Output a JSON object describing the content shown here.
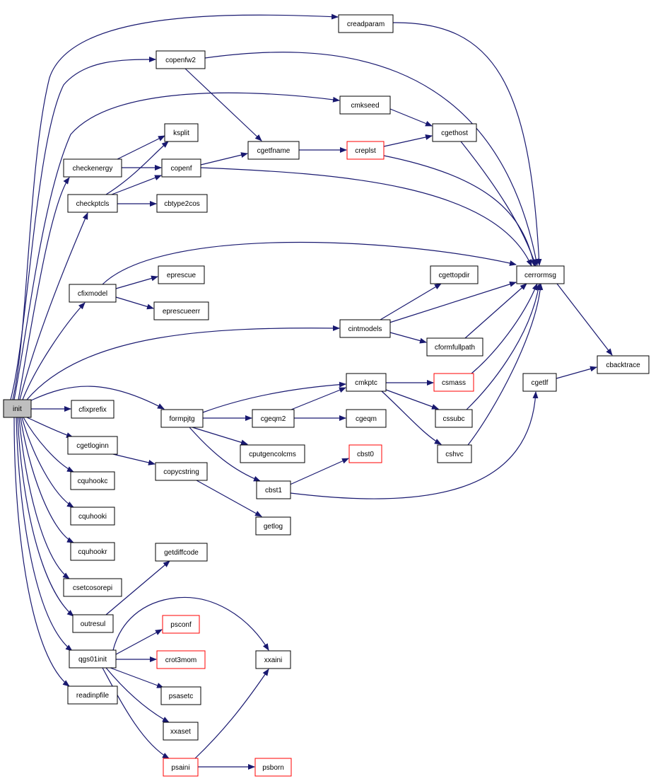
{
  "colors": {
    "edge": "#191970",
    "node_border": "#000000",
    "node_fill": "#ffffff",
    "root_fill": "#bfbfbf",
    "truncated_border": "#ff0000"
  },
  "nodes": [
    {
      "id": "init",
      "label": "init",
      "root": true
    },
    {
      "id": "creadparam",
      "label": "creadparam"
    },
    {
      "id": "copenfw2",
      "label": "copenfw2"
    },
    {
      "id": "cmkseed",
      "label": "cmkseed"
    },
    {
      "id": "ksplit",
      "label": "ksplit"
    },
    {
      "id": "cgethost",
      "label": "cgethost"
    },
    {
      "id": "cgetfname",
      "label": "cgetfname"
    },
    {
      "id": "creplst",
      "label": "creplst",
      "truncated": true
    },
    {
      "id": "checkenergy",
      "label": "checkenergy"
    },
    {
      "id": "copenf",
      "label": "copenf"
    },
    {
      "id": "checkptcls",
      "label": "checkptcls"
    },
    {
      "id": "cbtype2cos",
      "label": "cbtype2cos"
    },
    {
      "id": "eprescue",
      "label": "eprescue"
    },
    {
      "id": "cerrormsg",
      "label": "cerrormsg"
    },
    {
      "id": "cfixmodel",
      "label": "cfixmodel"
    },
    {
      "id": "cgettopdir",
      "label": "cgettopdir"
    },
    {
      "id": "eprescueerr",
      "label": "eprescueerr"
    },
    {
      "id": "cintmodels",
      "label": "cintmodels"
    },
    {
      "id": "cformfullpath",
      "label": "cformfullpath"
    },
    {
      "id": "cbacktrace",
      "label": "cbacktrace"
    },
    {
      "id": "cmkptc",
      "label": "cmkptc"
    },
    {
      "id": "csmass",
      "label": "csmass",
      "truncated": true
    },
    {
      "id": "cgetlf",
      "label": "cgetlf"
    },
    {
      "id": "cfixprefix",
      "label": "cfixprefix"
    },
    {
      "id": "formpjtg",
      "label": "formpjtg"
    },
    {
      "id": "cgeqm2",
      "label": "cgeqm2"
    },
    {
      "id": "cgeqm",
      "label": "cgeqm"
    },
    {
      "id": "cssubc",
      "label": "cssubc"
    },
    {
      "id": "cgetloginn",
      "label": "cgetloginn"
    },
    {
      "id": "cputgencolcms",
      "label": "cputgencolcms"
    },
    {
      "id": "cbst0",
      "label": "cbst0",
      "truncated": true
    },
    {
      "id": "cshvc",
      "label": "cshvc"
    },
    {
      "id": "copycstring",
      "label": "copycstring"
    },
    {
      "id": "cquhookc",
      "label": "cquhookc"
    },
    {
      "id": "cbst1",
      "label": "cbst1"
    },
    {
      "id": "cquhooki",
      "label": "cquhooki"
    },
    {
      "id": "getlog",
      "label": "getlog"
    },
    {
      "id": "cquhookr",
      "label": "cquhookr"
    },
    {
      "id": "getdiffcode",
      "label": "getdiffcode"
    },
    {
      "id": "csetcosorepi",
      "label": "csetcosorepi"
    },
    {
      "id": "outresul",
      "label": "outresul"
    },
    {
      "id": "psconf",
      "label": "psconf",
      "truncated": true
    },
    {
      "id": "qgs01init",
      "label": "qgs01init"
    },
    {
      "id": "crot3mom",
      "label": "crot3mom",
      "truncated": true
    },
    {
      "id": "xxaini",
      "label": "xxaini"
    },
    {
      "id": "readinpfile",
      "label": "readinpfile"
    },
    {
      "id": "psasetc",
      "label": "psasetc"
    },
    {
      "id": "xxaset",
      "label": "xxaset"
    },
    {
      "id": "psaini",
      "label": "psaini",
      "truncated": true
    },
    {
      "id": "psborn",
      "label": "psborn",
      "truncated": true
    }
  ],
  "edges": [
    [
      "init",
      "creadparam"
    ],
    [
      "init",
      "copenfw2"
    ],
    [
      "init",
      "cmkseed"
    ],
    [
      "init",
      "checkenergy"
    ],
    [
      "init",
      "checkptcls"
    ],
    [
      "init",
      "cfixmodel"
    ],
    [
      "init",
      "cintmodels"
    ],
    [
      "init",
      "formpjtg"
    ],
    [
      "init",
      "cfixprefix"
    ],
    [
      "init",
      "cgetloginn"
    ],
    [
      "init",
      "cquhookc"
    ],
    [
      "init",
      "cquhooki"
    ],
    [
      "init",
      "cquhookr"
    ],
    [
      "init",
      "csetcosorepi"
    ],
    [
      "init",
      "outresul"
    ],
    [
      "init",
      "qgs01init"
    ],
    [
      "init",
      "readinpfile"
    ],
    [
      "creadparam",
      "cerrormsg"
    ],
    [
      "copenfw2",
      "cgetfname"
    ],
    [
      "copenfw2",
      "cerrormsg"
    ],
    [
      "cmkseed",
      "cgethost"
    ],
    [
      "checkenergy",
      "ksplit"
    ],
    [
      "checkenergy",
      "copenf"
    ],
    [
      "checkptcls",
      "ksplit"
    ],
    [
      "checkptcls",
      "copenf"
    ],
    [
      "checkptcls",
      "cbtype2cos"
    ],
    [
      "copenf",
      "cgetfname"
    ],
    [
      "copenf",
      "cerrormsg"
    ],
    [
      "cgetfname",
      "creplst"
    ],
    [
      "creplst",
      "cgethost"
    ],
    [
      "creplst",
      "cerrormsg"
    ],
    [
      "cgethost",
      "cerrormsg"
    ],
    [
      "cfixmodel",
      "cerrormsg"
    ],
    [
      "cfixmodel",
      "eprescue"
    ],
    [
      "cfixmodel",
      "eprescueerr"
    ],
    [
      "cintmodels",
      "cgettopdir"
    ],
    [
      "cintmodels",
      "cerrormsg"
    ],
    [
      "cintmodels",
      "cformfullpath"
    ],
    [
      "cformfullpath",
      "cerrormsg"
    ],
    [
      "cerrormsg",
      "cbacktrace"
    ],
    [
      "cgetlf",
      "cbacktrace"
    ],
    [
      "formpjtg",
      "cmkptc"
    ],
    [
      "formpjtg",
      "cgeqm2"
    ],
    [
      "formpjtg",
      "cputgencolcms"
    ],
    [
      "formpjtg",
      "cbst1"
    ],
    [
      "cgeqm2",
      "cmkptc"
    ],
    [
      "cgeqm2",
      "cgeqm"
    ],
    [
      "cmkptc",
      "csmass"
    ],
    [
      "cmkptc",
      "cssubc"
    ],
    [
      "cmkptc",
      "cshvc"
    ],
    [
      "csmass",
      "cerrormsg"
    ],
    [
      "cssubc",
      "cerrormsg"
    ],
    [
      "cshvc",
      "cerrormsg"
    ],
    [
      "cbst1",
      "cbst0"
    ],
    [
      "cbst1",
      "cgetlf"
    ],
    [
      "cgetloginn",
      "copycstring"
    ],
    [
      "copycstring",
      "getlog"
    ],
    [
      "outresul",
      "getdiffcode"
    ],
    [
      "qgs01init",
      "xxaini"
    ],
    [
      "qgs01init",
      "psconf"
    ],
    [
      "qgs01init",
      "crot3mom"
    ],
    [
      "qgs01init",
      "psasetc"
    ],
    [
      "qgs01init",
      "xxaset"
    ],
    [
      "qgs01init",
      "psaini"
    ],
    [
      "psaini",
      "xxaini"
    ],
    [
      "psaini",
      "psborn"
    ]
  ]
}
